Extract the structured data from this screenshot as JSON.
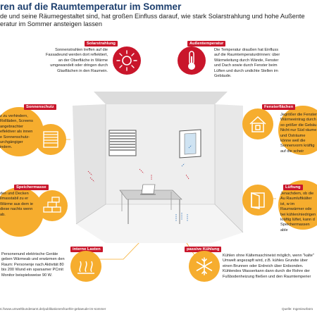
{
  "header": {
    "title": "ren auf die Raumtemperatur im Sommer",
    "subtitle_line1": "de und seine Räumegestaltet sind, hat großen Einfluss darauf, wie stark Solarstrahlung und hohe Außente",
    "subtitle_line2": "eratur im Sommer ansteigen lassen"
  },
  "items": {
    "solar": {
      "tag": "Solarstrahlung",
      "text": "Sonnenstrahlen treffen auf die Fassadeund werden dort reflektiert, an der Oberfläche in Wärme umgewandelt oder dringen durch Glasflächen in den Raumein."
    },
    "outside_temp": {
      "tag": "Außentemperatur",
      "text": "Die Temperatur draußen hat Einfluss auf die Raumtemperaturdrinnen: über Wärmeleitung durch Wände, Fenster und Dach sowie durch Fenster beim Lüften und durch undichte Stellen im Gebäude."
    },
    "sun_protection": {
      "tag": "Sonnenschutz",
      "text": "z zu verhindern, Rollläden, Screens angebrachter eflektiver als innen e Sonnenschutz- urchgängiger indern."
    },
    "windows": {
      "tag": "Fensterflächen",
      "text": "Jegrößer die Fenster Wärmeeintrag durch so größer die Gebäu Nicht nur Süd räume und Osträume könne weil die Sonnenvorm kräftig auf die scheir"
    },
    "storage_mass": {
      "tag": "Speichermasse",
      "text": "den und Decken ilmasstabil zu er Wärme aus dem ie diese nachts wenn ab."
    },
    "ventilation": {
      "tag": "Lüftung",
      "text": "Jenachdem, ob die Au Raumluftkälter ist, w im Raumwärmer ode bei kühlen/niedrigen kräftig lüftet, kann d Speichermassen able"
    },
    "internal_loads": {
      "tag": "interne Lasten",
      "text": "Personenund elektrische Geräte geben Wärmeab und erwärmen den Raum: Personenje nach Aktivität 80 bis 200 Wund ein sparsamer PCmit Monitor beispielsweise 90 W."
    },
    "passive_cooling": {
      "tag": "passive Kühlung",
      "text": "Kühlen ohne Kältemaschineist möglich, wenn \"kalte\" Umwelt angezapft wird, z.B. kühles Grundw über einen Brunnen oder Erdreich über Erdsonden. Kühlendes Wasserkann dann durch die Rohre der Fußbodenheizung fließen und den Raumtemperier"
    }
  },
  "footer": {
    "source_url": "s://www.umweltbundesamt.de/publikationen/kuehle-gebaeude-im-sommer",
    "credit": "Quelle:  Ingenieurbüro"
  },
  "colors": {
    "title": "#1d3f6e",
    "accent_orange": "#f6ad2e",
    "accent_red": "#c9162b",
    "room": "#e9e9e9"
  },
  "icons": {
    "solar": "sun-icon",
    "outside_temp": "thermometer-icon",
    "sun_protection": "blinds-icon",
    "windows": "house-icon",
    "storage_mass": "bricks-icon",
    "ventilation": "open-window-icon",
    "internal_loads": "heat-waves-icon",
    "passive_cooling": "snowflake-icon"
  }
}
